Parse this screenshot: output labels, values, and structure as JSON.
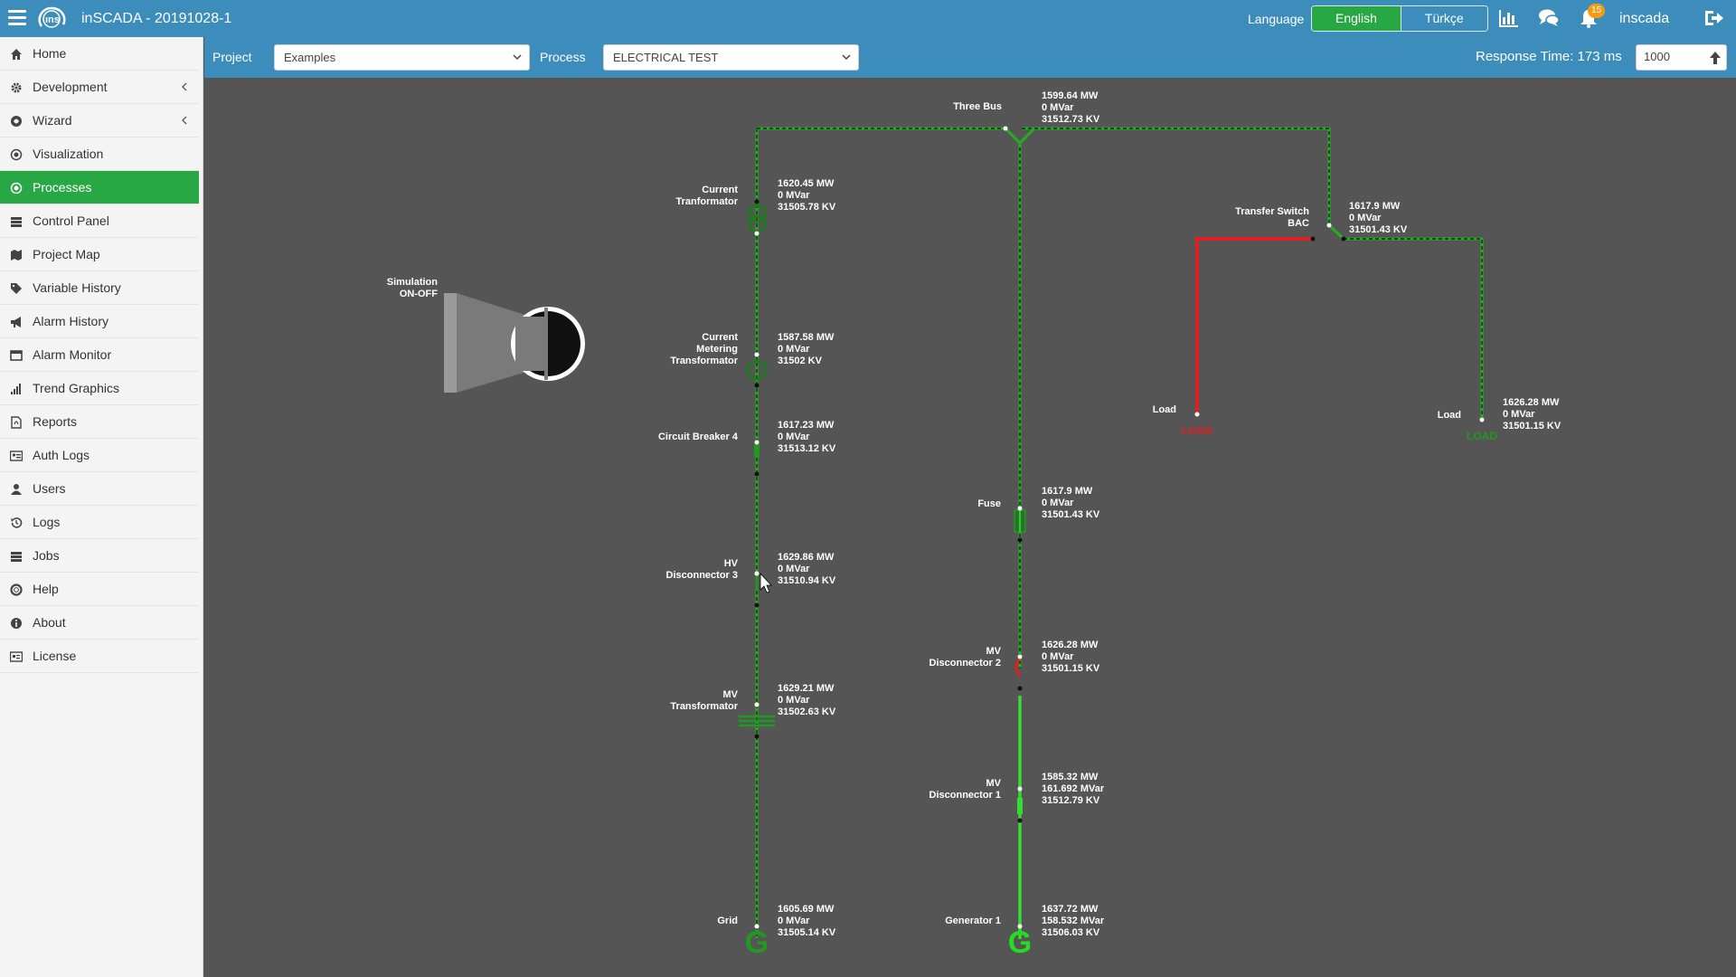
{
  "app": {
    "title": "inSCADA - 20191028-1"
  },
  "header": {
    "language_label": "Language",
    "languages": [
      "English",
      "Türkçe"
    ],
    "notifications_count": "15",
    "username": "inscada"
  },
  "sidebar": {
    "items": [
      {
        "label": "Home",
        "icon": "home-icon"
      },
      {
        "label": "Development",
        "icon": "cogs-icon"
      },
      {
        "label": "Wizard",
        "icon": "wizard-icon"
      },
      {
        "label": "Visualization",
        "icon": "visualization-icon"
      },
      {
        "label": "Processes",
        "icon": "processes-icon"
      },
      {
        "label": "Control Panel",
        "icon": "control-panel-icon"
      },
      {
        "label": "Project Map",
        "icon": "map-icon"
      },
      {
        "label": "Variable History",
        "icon": "tags-icon"
      },
      {
        "label": "Alarm History",
        "icon": "bullhorn-icon"
      },
      {
        "label": "Alarm Monitor",
        "icon": "monitor-icon"
      },
      {
        "label": "Trend Graphics",
        "icon": "signal-icon"
      },
      {
        "label": "Reports",
        "icon": "report-icon"
      },
      {
        "label": "Auth Logs",
        "icon": "id-card-icon"
      },
      {
        "label": "Users",
        "icon": "user-icon"
      },
      {
        "label": "Logs",
        "icon": "history-icon"
      },
      {
        "label": "Jobs",
        "icon": "jobs-icon"
      },
      {
        "label": "Help",
        "icon": "lifebuoy-icon"
      },
      {
        "label": "About",
        "icon": "info-icon"
      },
      {
        "label": "License",
        "icon": "license-icon"
      }
    ]
  },
  "controls": {
    "project_label": "Project",
    "project_value": "Examples",
    "process_label": "Process",
    "process_value": "ELECTRICAL TEST",
    "response_time": "Response Time: 173 ms",
    "refresh_value": "1000"
  },
  "diagram": {
    "simulation_label": [
      "Simulation",
      "ON-OFF"
    ],
    "three_bus": {
      "name": "Three Bus",
      "mw": "1599.64 MW",
      "mvar": "0 MVar",
      "kv": "31512.73 KV"
    },
    "current_transformator": {
      "name": [
        "Current",
        "Tranformator"
      ],
      "mw": "1620.45 MW",
      "mvar": "0 MVar",
      "kv": "31505.78 KV"
    },
    "current_metering": {
      "name": [
        "Current",
        "Metering",
        "Transformator"
      ],
      "mw": "1587.58 MW",
      "mvar": "0 MVar",
      "kv": "31502 KV"
    },
    "circuit_breaker": {
      "name": [
        "Circuit Breaker 4"
      ],
      "mw": "1617.23 MW",
      "mvar": "0 MVar",
      "kv": "31513.12 KV"
    },
    "hv_disconnector": {
      "name": [
        "HV",
        "Disconnector 3"
      ],
      "mw": "1629.86 MW",
      "mvar": "0 MVar",
      "kv": "31510.94 KV"
    },
    "mv_transformator": {
      "name": [
        "MV",
        "Transformator"
      ],
      "mw": "1629.21 MW",
      "mvar": "0 MVar",
      "kv": "31502.63 KV"
    },
    "grid": {
      "name": [
        "Grid"
      ],
      "mw": "1605.69 MW",
      "mvar": "0 MVar",
      "kv": "31505.14 KV"
    },
    "fuse": {
      "name": [
        "Fuse"
      ],
      "mw": "1617.9 MW",
      "mvar": "0 MVar",
      "kv": "31501.43 KV"
    },
    "mv_disconnector_2": {
      "name": [
        "MV",
        "Disconnector 2"
      ],
      "mw": "1626.28 MW",
      "mvar": "0 MVar",
      "kv": "31501.15 KV"
    },
    "mv_disconnector_1": {
      "name": [
        "MV",
        "Disconnector 1"
      ],
      "mw": "1585.32 MW",
      "mvar": "161.692 MVar",
      "kv": "31512.79 KV"
    },
    "generator_1": {
      "name": [
        "Generator 1"
      ],
      "mw": "1637.72 MW",
      "mvar": "158.532 MVar",
      "kv": "31506.03 KV"
    },
    "transfer_switch": {
      "name": [
        "Transfer Switch",
        "BAC"
      ],
      "mw": "1617.9 MW",
      "mvar": "0 MVar",
      "kv": "31501.43 KV"
    },
    "load_left": {
      "name": "Load",
      "status": "LOAD"
    },
    "load_right": {
      "name": "Load",
      "status": "LOAD",
      "mw": "1626.28 MW",
      "mvar": "0 MVar",
      "kv": "31501.15 KV"
    },
    "generator_glyph": "G"
  },
  "colors": {
    "header_blue": "#3c8dbc",
    "active_green": "#28a745",
    "line_live": "#22b022",
    "line_alarm": "#e02020",
    "canvas": "#555555"
  }
}
